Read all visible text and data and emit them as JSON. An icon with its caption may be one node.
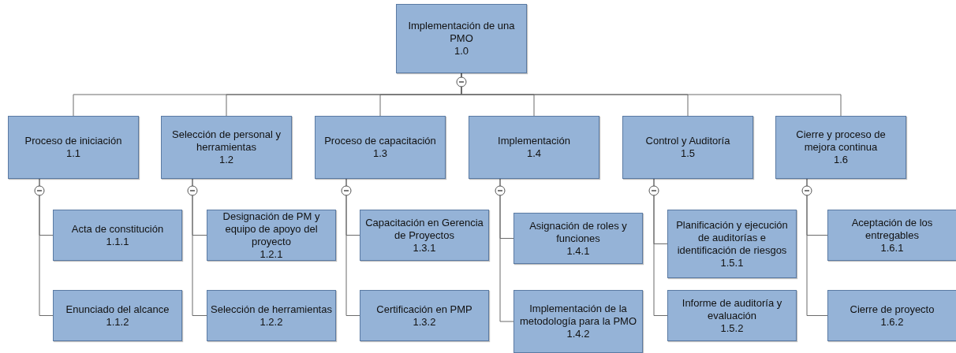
{
  "diagram": {
    "nodes": [
      {
        "text": [
          "Implementación de una PMO",
          "1.0"
        ]
      },
      {
        "text": [
          "Proceso de iniciación",
          "1.1"
        ]
      },
      {
        "text": [
          "Selección de personal y herramientas",
          "1.2"
        ]
      },
      {
        "text": [
          "Proceso de capacitación",
          "1.3"
        ]
      },
      {
        "text": [
          "Implementación",
          "1.4"
        ]
      },
      {
        "text": [
          "Control y Auditoría",
          "1.5"
        ]
      },
      {
        "text": [
          "Cierre y proceso de mejora continua",
          "1.6"
        ]
      },
      {
        "text": [
          "Acta de constitución",
          "1.1.1"
        ]
      },
      {
        "text": [
          "Designación de PM y equipo de apoyo del proyecto",
          "1.2.1"
        ]
      },
      {
        "text": [
          "Capacitación en Gerencia de Proyectos",
          "1.3.1"
        ]
      },
      {
        "text": [
          "Asignación de roles y funciones",
          "1.4.1"
        ]
      },
      {
        "text": [
          "Planificación y ejecución de auditorías e identificación de riesgos",
          "1.5.1"
        ]
      },
      {
        "text": [
          "Aceptación de los entregables",
          "1.6.1"
        ]
      },
      {
        "text": [
          "Enunciado del alcance",
          "1.1.2"
        ]
      },
      {
        "text": [
          "Selección de herramientas",
          "1.2.2"
        ]
      },
      {
        "text": [
          "Certificación en PMP",
          "1.3.2"
        ]
      },
      {
        "text": [
          "Implementación de la metodología para la PMO",
          "1.4.2"
        ]
      },
      {
        "text": [
          "Informe de auditoría y evaluación",
          "1.5.2"
        ]
      },
      {
        "text": [
          "Cierre de proyecto",
          "1.6.2"
        ]
      }
    ],
    "edges": [
      {
        "from": 0,
        "to": 1,
        "arrow": "none"
      },
      {
        "from": 0,
        "to": 2,
        "arrow": "none"
      },
      {
        "from": 0,
        "to": 3,
        "arrow": "none"
      },
      {
        "from": 0,
        "to": 4,
        "arrow": "none"
      },
      {
        "from": 0,
        "to": 5,
        "arrow": "none"
      },
      {
        "from": 0,
        "to": 6,
        "arrow": "none"
      },
      {
        "from": 1,
        "to": 7,
        "arrow": "none"
      },
      {
        "from": 1,
        "to": 13,
        "arrow": "none"
      },
      {
        "from": 2,
        "to": 8,
        "arrow": "none"
      },
      {
        "from": 2,
        "to": 14,
        "arrow": "none"
      },
      {
        "from": 3,
        "to": 9,
        "arrow": "none"
      },
      {
        "from": 3,
        "to": 15,
        "arrow": "none"
      },
      {
        "from": 4,
        "to": 10,
        "arrow": "none"
      },
      {
        "from": 4,
        "to": 16,
        "arrow": "none"
      },
      {
        "from": 5,
        "to": 11,
        "arrow": "none"
      },
      {
        "from": 5,
        "to": 17,
        "arrow": "none"
      },
      {
        "from": 6,
        "to": 12,
        "arrow": "none"
      },
      {
        "from": 6,
        "to": 18,
        "arrow": "none"
      }
    ]
  }
}
